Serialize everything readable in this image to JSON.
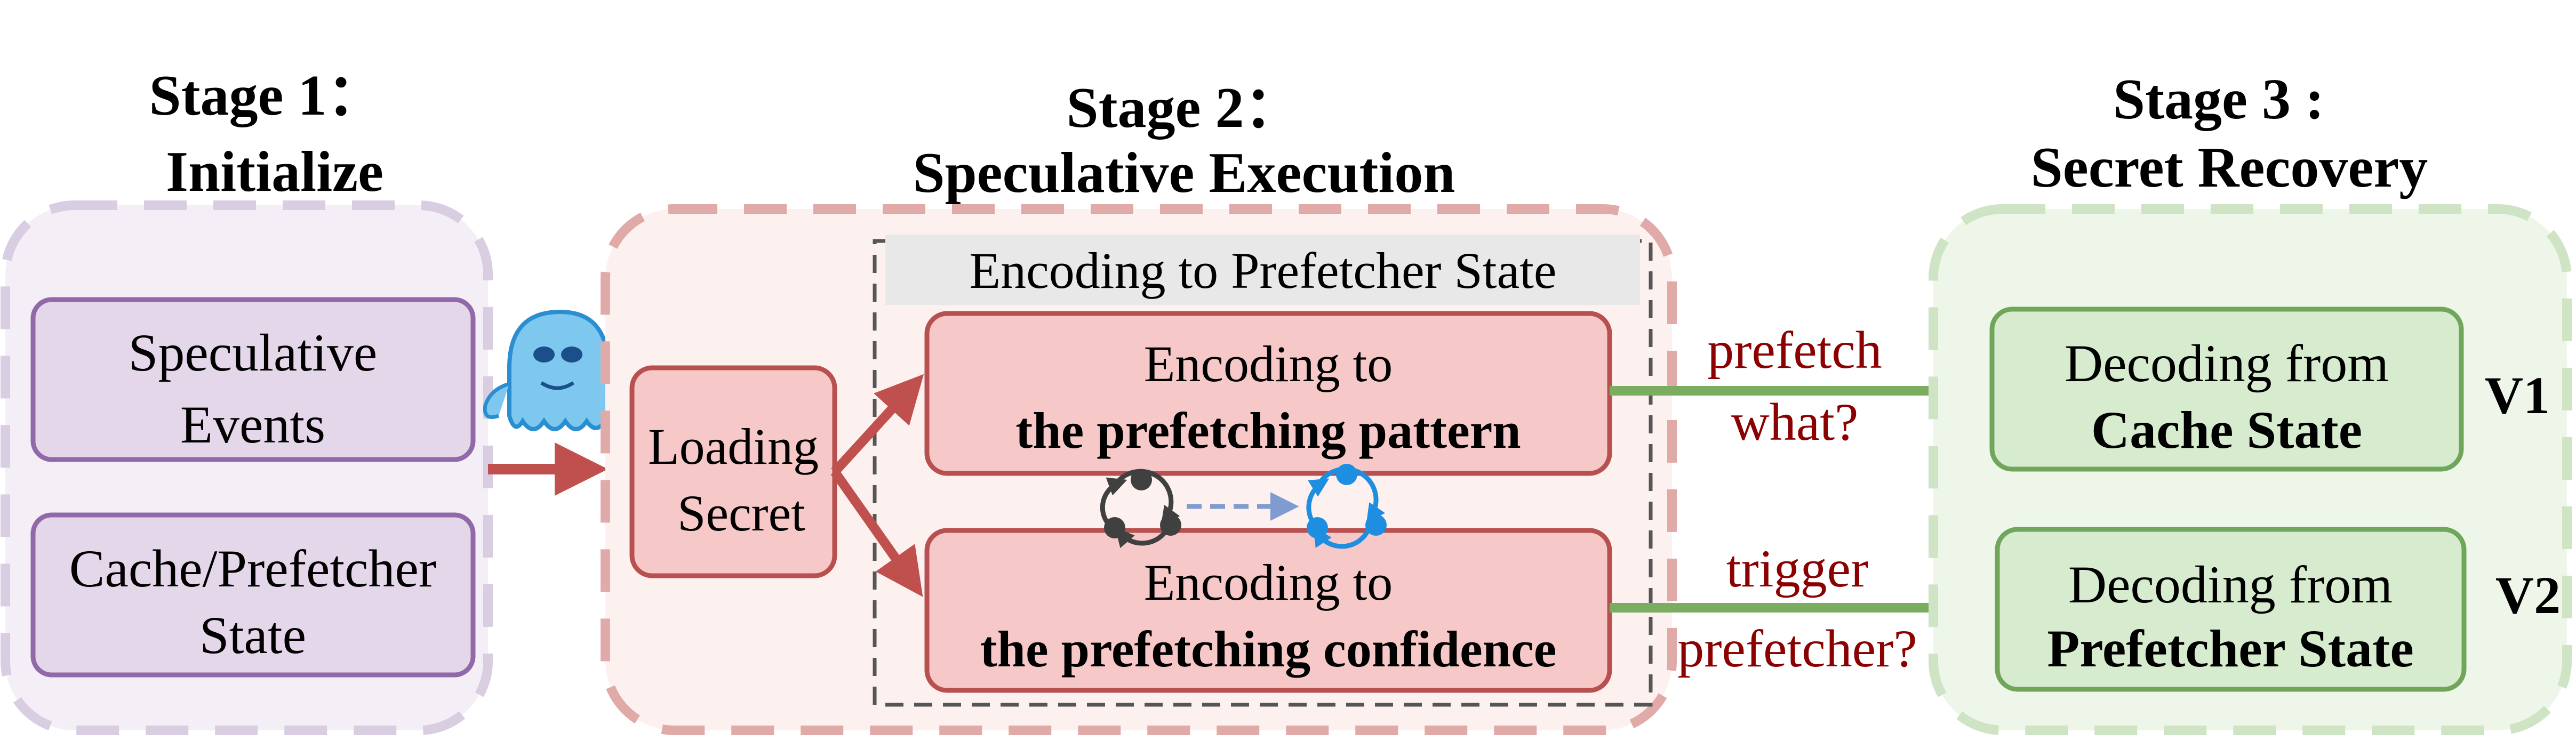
{
  "stages": {
    "stage1": {
      "title": "Stage 1：",
      "subtitle": "Initialize"
    },
    "stage2": {
      "title": "Stage 2：",
      "subtitle": "Speculative Execution"
    },
    "stage3": {
      "title": "Stage 3 :",
      "subtitle": "Secret Recovery"
    }
  },
  "stage1_boxes": {
    "speculative_events": [
      "Speculative",
      "Events"
    ],
    "cache_prefetcher_state": [
      "Cache/Prefetcher",
      "State"
    ]
  },
  "stage2_boxes": {
    "loading_secret": [
      "Loading",
      "Secret"
    ],
    "encoding_group_label": "Encoding to Prefetcher State",
    "pattern_box": {
      "line1": "Encoding to",
      "line2": "the prefetching pattern"
    },
    "confidence_box": {
      "line1": "Encoding to",
      "line2": "the prefetching confidence"
    }
  },
  "arrow_labels": {
    "top": [
      "prefetch",
      "what?"
    ],
    "bottom": [
      "trigger",
      "prefetcher?"
    ]
  },
  "stage3_boxes": {
    "v1": {
      "line1": "Decoding from",
      "line2": "Cache State",
      "version": "V1"
    },
    "v2": {
      "line1": "Decoding from",
      "line2": "Prefetcher State",
      "version": "V2"
    }
  },
  "colors": {
    "stage1_fill": "#f4eff7",
    "stage1_border": "#d9cde2",
    "stage1_box_fill": "#e4d7ea",
    "stage1_box_border": "#9169a8",
    "stage2_fill": "#fdf1f0",
    "stage2_border": "#dfaaa8",
    "stage2_box_fill": "#f6c9c8",
    "stage2_box_border": "#b85050",
    "stage3_fill": "#eef6ea",
    "stage3_border": "#cfe3c5",
    "stage3_box_fill": "#d7ebcf",
    "stage3_box_border": "#6fa65a",
    "red_arrow": "#c0504d",
    "green_arrow": "#7aad5f",
    "label_red": "#8b0000",
    "ghost_blue": "#3aa0e0"
  }
}
